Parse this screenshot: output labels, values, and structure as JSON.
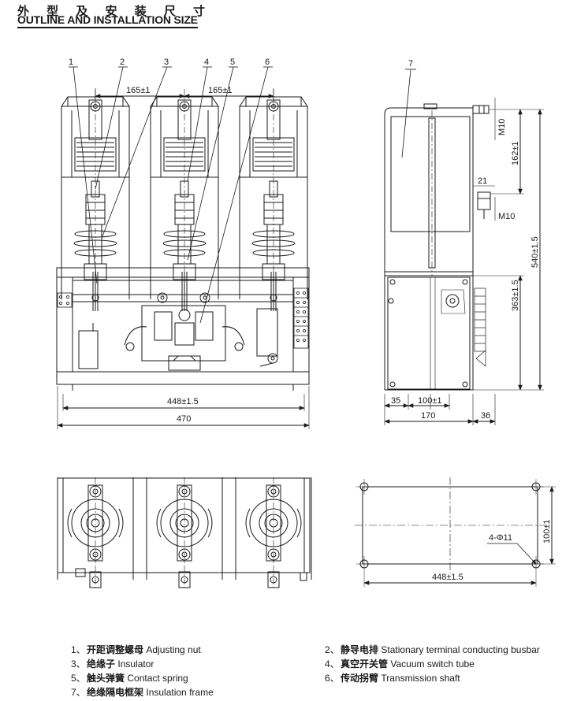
{
  "header": {
    "title_cn": "外 型 及 安 装 尺 寸",
    "title_en": "OUTLINE AND INSTALLATION SIZE"
  },
  "callouts": [
    "1",
    "2",
    "3",
    "4",
    "5",
    "6",
    "7"
  ],
  "dimensions": {
    "pole_pitch": "165±1",
    "mount_width": "448±1.5",
    "overall_width": "470",
    "bolt_m10": "M10",
    "top_height": "162±1",
    "total_height": "540±1.5",
    "base_height": "363±1.5",
    "gap_21": "21",
    "left_35": "35",
    "center_100": "100±1",
    "depth_170": "170",
    "right_36": "36",
    "plan_depth": "100±1",
    "holes": "4-Φ11",
    "plan_width": "448±1.5"
  },
  "legend": [
    {
      "num": "1、",
      "cn": "开距调整螺母",
      "en": "Adjusting nut"
    },
    {
      "num": "2、",
      "cn": "静导电排",
      "en": "Stationary terminal conducting busbar"
    },
    {
      "num": "3、",
      "cn": "绝缘子",
      "en": "Insulator"
    },
    {
      "num": "4、",
      "cn": "真空开关管",
      "en": "Vacuum switch tube"
    },
    {
      "num": "5、",
      "cn": "触头弹簧",
      "en": "Contact spring"
    },
    {
      "num": "6、",
      "cn": "传动拐臂",
      "en": "Transmission shaft"
    },
    {
      "num": "7、",
      "cn": "绝缘隔电框架",
      "en": "Insulation frame"
    }
  ],
  "colors": {
    "line": "#1a1a1a",
    "header_underline": "#1a1a1a"
  }
}
